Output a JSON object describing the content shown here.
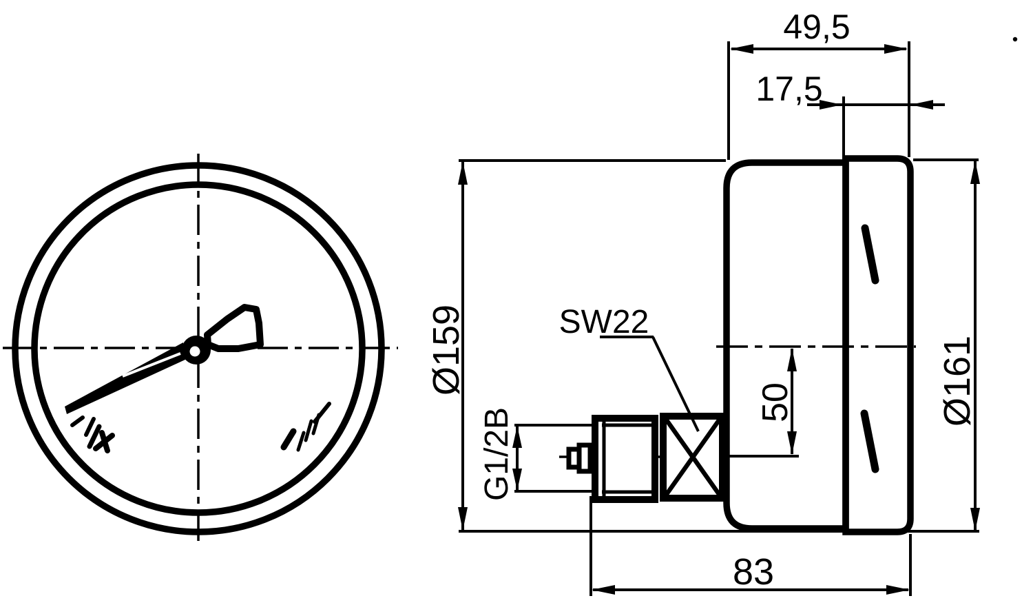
{
  "labels": {
    "overall_depth": "49,5",
    "bezel_depth": "17,5",
    "case_diameter": "Ø159",
    "front_diameter": "Ø161",
    "wrench_size": "SW22",
    "center_offset": "50",
    "process_connection": "G1/2B",
    "connection_depth": "83"
  },
  "colors": {
    "line": "#000000",
    "background": "#ffffff"
  }
}
